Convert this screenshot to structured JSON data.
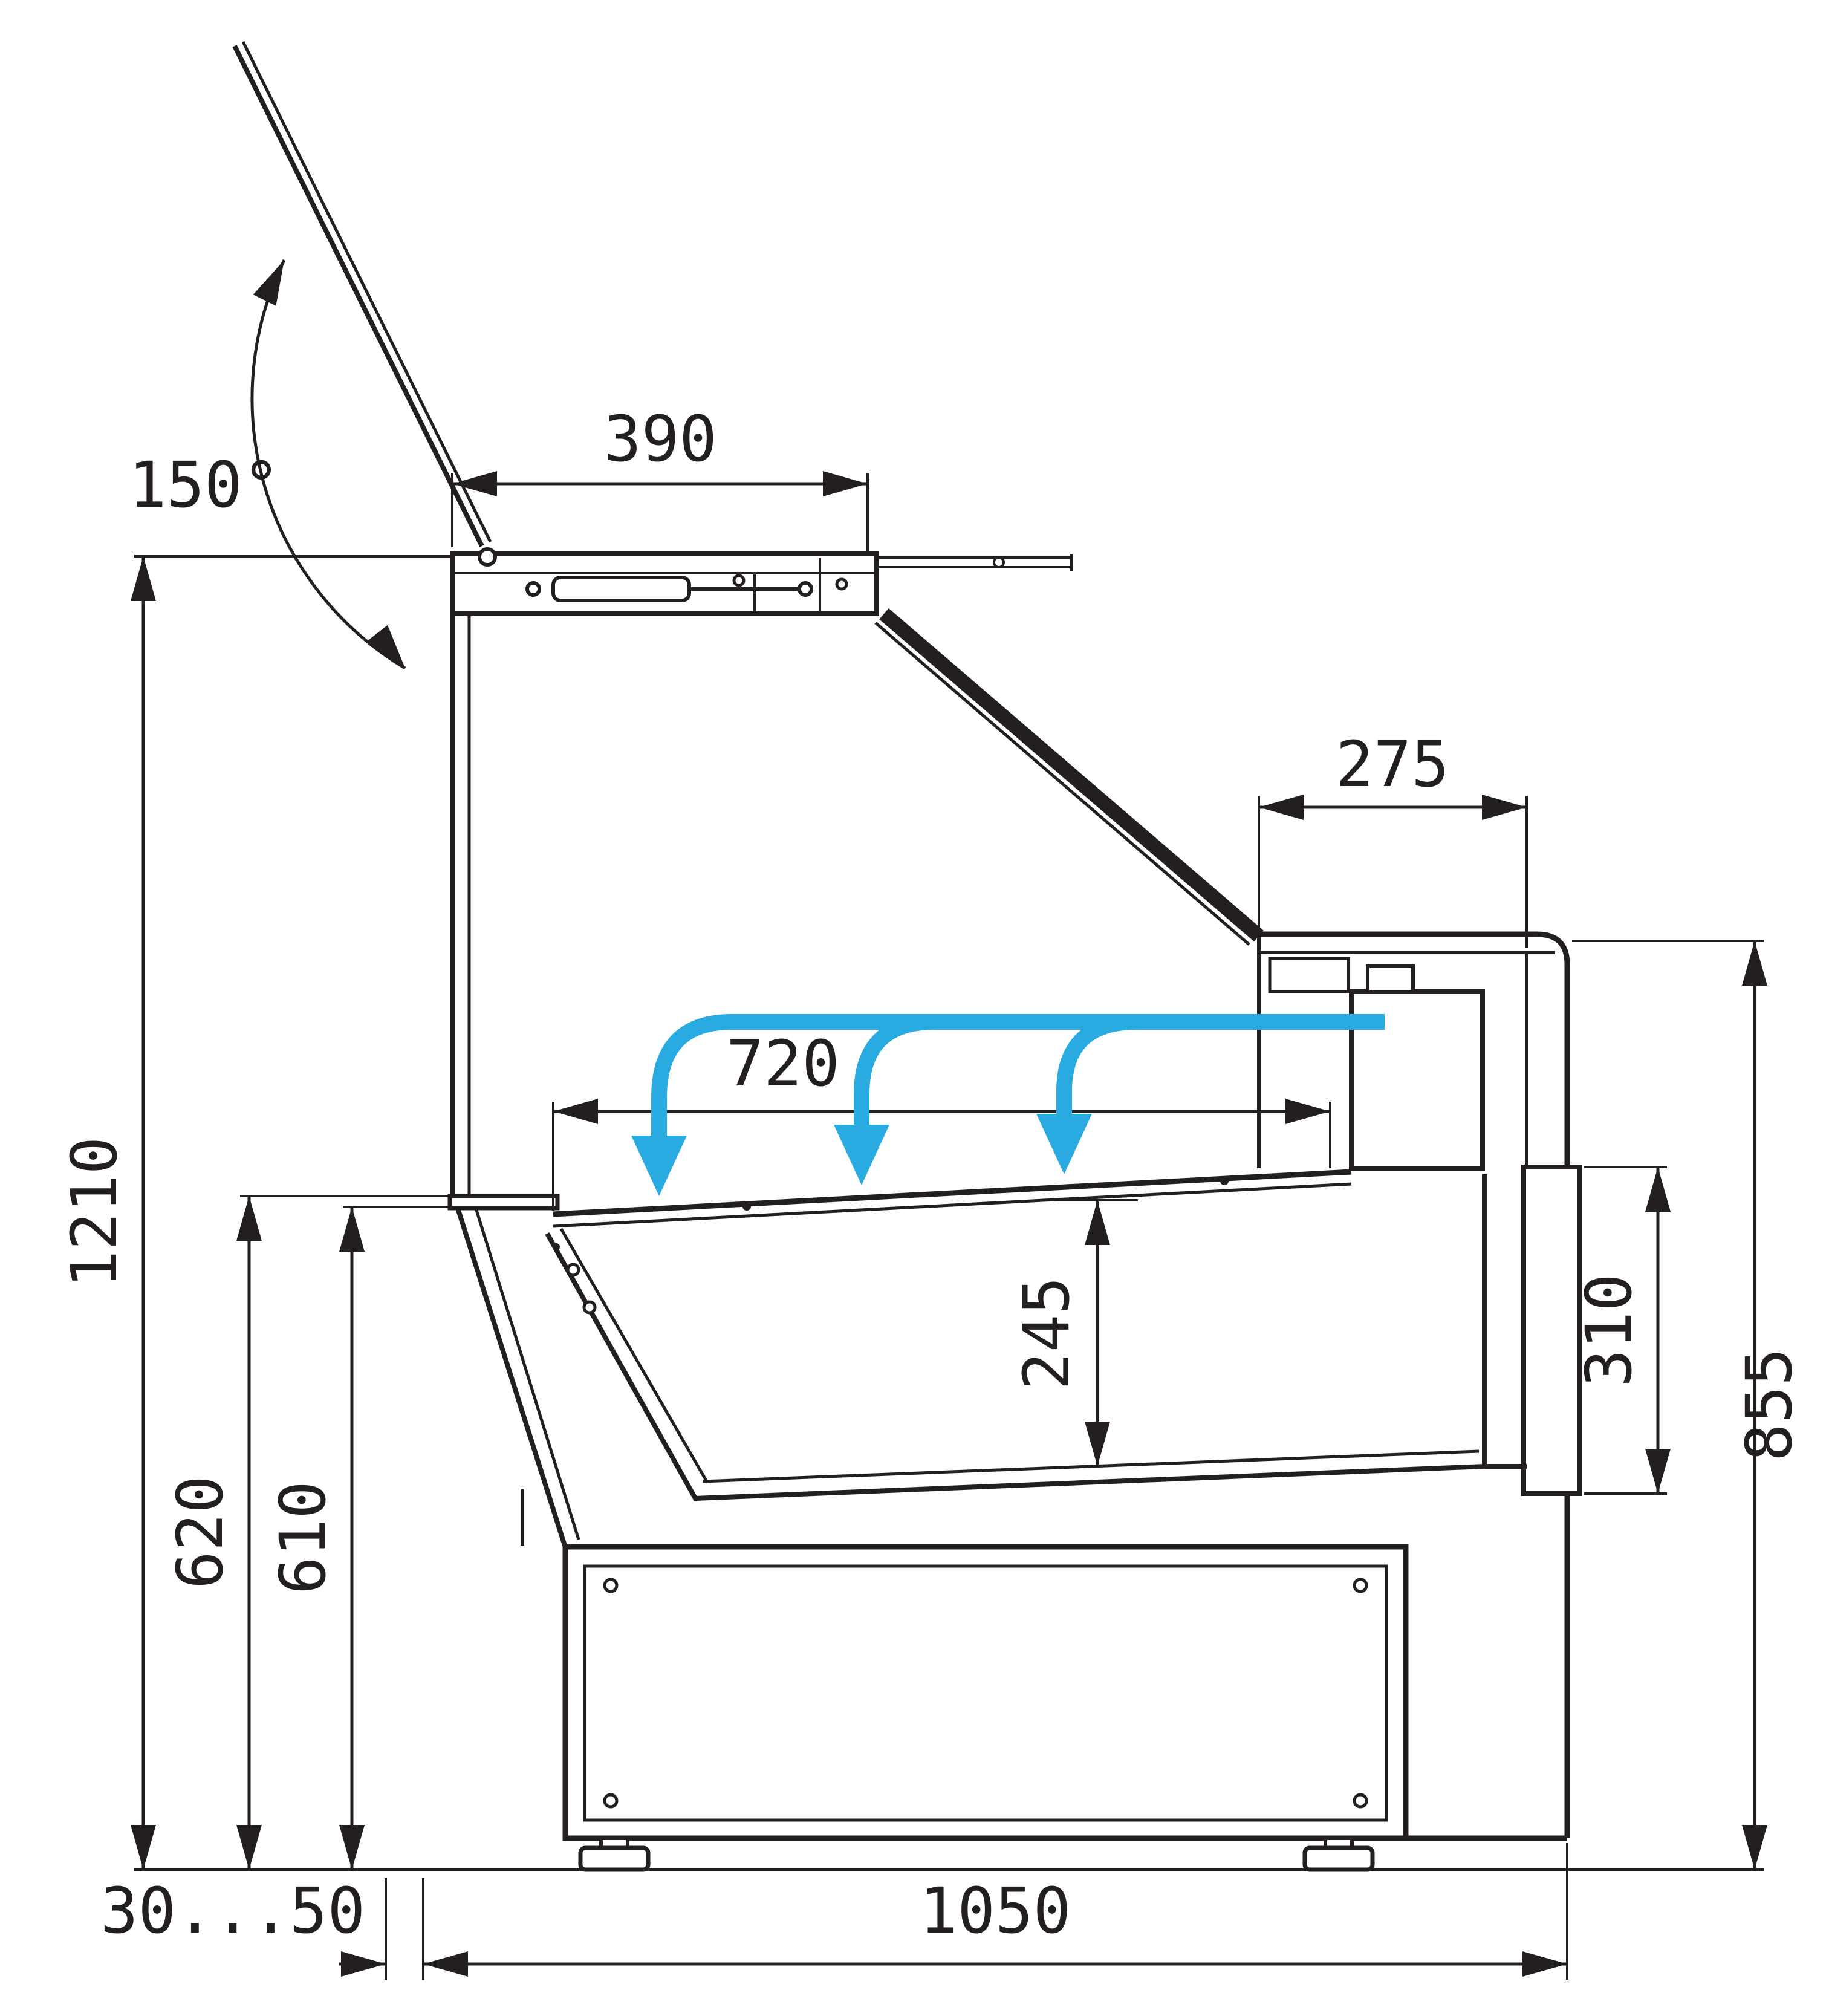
{
  "page": {
    "background": "#ffffff"
  },
  "drawing": {
    "type": "technical-section-view",
    "subject": "refrigerated serve-over display case, side cross-section with airflow",
    "colors": {
      "line": "#231f20",
      "airflow": "#29abe2"
    },
    "dimensions": {
      "lid_opening_angle": "150°",
      "lid_depth": "390",
      "rear_counter_depth": "275",
      "display_area_depth": "720",
      "overall_height": "1210",
      "front_height_outer": "620",
      "front_height_inner": "610",
      "well_height": "245",
      "rear_panel_height": "310",
      "rear_height": "855",
      "foot_adjustment_range": "30...50",
      "overall_depth": "1050"
    }
  }
}
